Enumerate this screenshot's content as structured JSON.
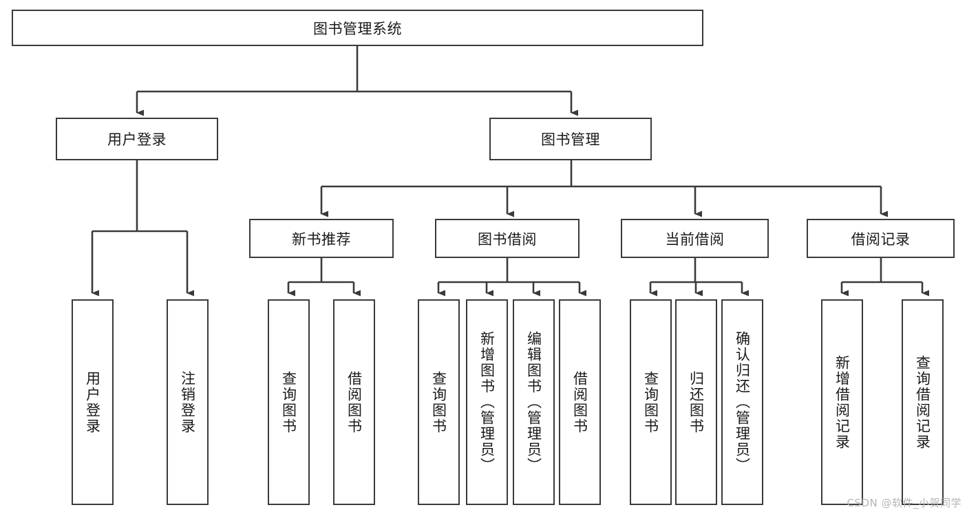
{
  "diagram": {
    "type": "tree",
    "title": "图书管理系统",
    "watermark": "CSDN @软件_小贺同学",
    "colors": {
      "stroke": "#3a3a3a",
      "fill": "#ffffff",
      "text": "#1a1a1a",
      "watermark": "#b4b4b4"
    },
    "nodes": {
      "root": {
        "label": "图书管理系统",
        "level": 1,
        "orientation": "horizontal"
      },
      "l2_user_login": {
        "label": "用户登录",
        "level": 2,
        "orientation": "horizontal"
      },
      "l2_book_manage": {
        "label": "图书管理",
        "level": 2,
        "orientation": "horizontal"
      },
      "l3_new_book_rec": {
        "label": "新书推荐",
        "level": 3,
        "orientation": "horizontal"
      },
      "l3_book_borrow": {
        "label": "图书借阅",
        "level": 3,
        "orientation": "horizontal"
      },
      "l3_current_borrow": {
        "label": "当前借阅",
        "level": 3,
        "orientation": "horizontal"
      },
      "l3_borrow_record": {
        "label": "借阅记录",
        "level": 3,
        "orientation": "horizontal"
      },
      "leaf_user_login": {
        "label": "用户登录",
        "level": 4,
        "orientation": "vertical"
      },
      "leaf_logout": {
        "label": "注销登录",
        "level": 4,
        "orientation": "vertical"
      },
      "leaf_query_book_a": {
        "label": "查询图书",
        "level": 4,
        "orientation": "vertical"
      },
      "leaf_borrow_book_a": {
        "label": "借阅图书",
        "level": 4,
        "orientation": "vertical"
      },
      "leaf_query_book_b": {
        "label": "查询图书",
        "level": 4,
        "orientation": "vertical"
      },
      "leaf_add_book": {
        "label": "新增图书（管理员）",
        "level": 4,
        "orientation": "vertical"
      },
      "leaf_edit_book": {
        "label": "编辑图书（管理员）",
        "level": 4,
        "orientation": "vertical"
      },
      "leaf_borrow_book_b": {
        "label": "借阅图书",
        "level": 4,
        "orientation": "vertical"
      },
      "leaf_query_book_c": {
        "label": "查询图书",
        "level": 4,
        "orientation": "vertical"
      },
      "leaf_return_book": {
        "label": "归还图书",
        "level": 4,
        "orientation": "vertical"
      },
      "leaf_confirm_return": {
        "label": "确认归还（管理员）",
        "level": 4,
        "orientation": "vertical"
      },
      "leaf_add_record": {
        "label": "新增借阅记录",
        "level": 4,
        "orientation": "vertical"
      },
      "leaf_query_record": {
        "label": "查询借阅记录",
        "level": 4,
        "orientation": "vertical"
      }
    },
    "edges": [
      {
        "from": "root",
        "to": "l2_user_login"
      },
      {
        "from": "root",
        "to": "l2_book_manage"
      },
      {
        "from": "l2_user_login",
        "to": "leaf_user_login"
      },
      {
        "from": "l2_user_login",
        "to": "leaf_logout"
      },
      {
        "from": "l2_book_manage",
        "to": "l3_new_book_rec"
      },
      {
        "from": "l2_book_manage",
        "to": "l3_book_borrow"
      },
      {
        "from": "l2_book_manage",
        "to": "l3_current_borrow"
      },
      {
        "from": "l2_book_manage",
        "to": "l3_borrow_record"
      },
      {
        "from": "l3_new_book_rec",
        "to": "leaf_query_book_a"
      },
      {
        "from": "l3_new_book_rec",
        "to": "leaf_borrow_book_a"
      },
      {
        "from": "l3_book_borrow",
        "to": "leaf_query_book_b"
      },
      {
        "from": "l3_book_borrow",
        "to": "leaf_add_book"
      },
      {
        "from": "l3_book_borrow",
        "to": "leaf_edit_book"
      },
      {
        "from": "l3_book_borrow",
        "to": "leaf_borrow_book_b"
      },
      {
        "from": "l3_current_borrow",
        "to": "leaf_query_book_c"
      },
      {
        "from": "l3_current_borrow",
        "to": "leaf_return_book"
      },
      {
        "from": "l3_current_borrow",
        "to": "leaf_confirm_return"
      },
      {
        "from": "l3_borrow_record",
        "to": "leaf_add_record"
      },
      {
        "from": "l3_borrow_record",
        "to": "leaf_query_record"
      }
    ]
  }
}
